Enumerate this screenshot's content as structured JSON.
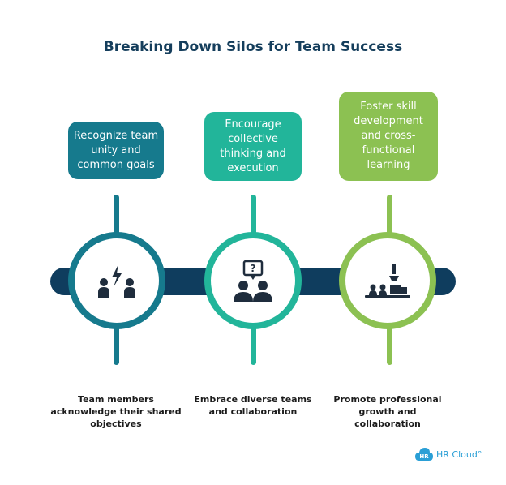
{
  "title": "Breaking Down Silos for Team Success",
  "steps": [
    {
      "heading": "Recognize team unity and common goals",
      "description": "Team members acknowledge their shared objectives",
      "color": "#167a8d",
      "icon": "team-unity-icon"
    },
    {
      "heading": "Encourage collective thinking and execution",
      "description": "Embrace diverse teams and collaboration",
      "color": "#22b59a",
      "icon": "collective-thinking-icon"
    },
    {
      "heading": "Foster skill development and cross-functional learning",
      "description": "Promote professional growth and collaboration",
      "color": "#8cc152",
      "icon": "training-session-icon"
    }
  ],
  "bar_color": "#0f3d5e",
  "logo": {
    "mark": "HR",
    "text": "HR Cloud°"
  }
}
